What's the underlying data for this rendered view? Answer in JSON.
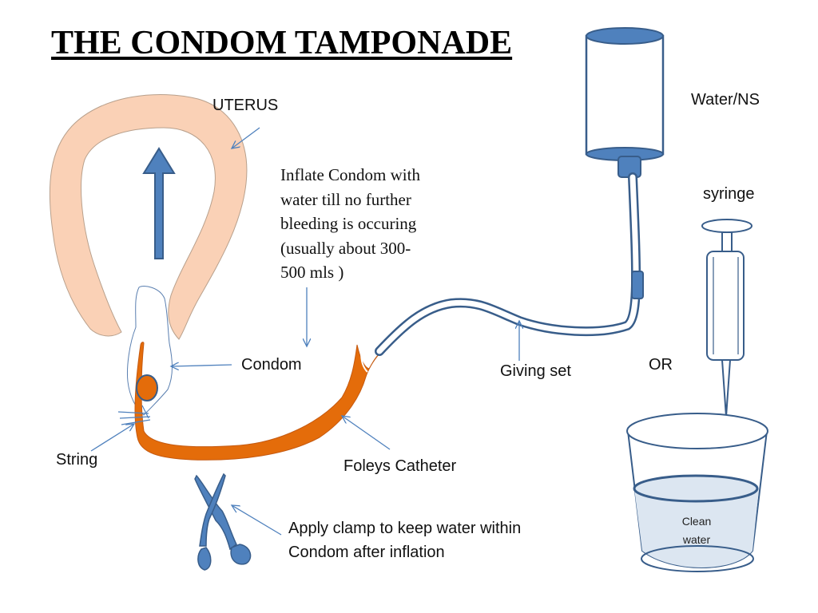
{
  "title": "THE CONDOM TAMPONADE",
  "labels": {
    "uterus": "UTERUS",
    "water_ns": "Water/NS",
    "syringe": "syringe",
    "condom": "Condom",
    "giving_set": "Giving set",
    "or": "OR",
    "string": "String",
    "foleys_catheter": "Foleys Catheter"
  },
  "instruction": {
    "lines": [
      "Inflate Condom with",
      "water till no further",
      "bleeding is occuring",
      "(usually about 300-",
      "500 mls )"
    ]
  },
  "clamp_note": {
    "lines": [
      "Apply clamp to keep water within",
      "Condom after inflation"
    ]
  },
  "clean_water": {
    "lines": [
      "Clean",
      "water"
    ]
  },
  "colors": {
    "uterus_fill": "#fad1b6",
    "blue_fill": "#4f81bd",
    "blue_stroke": "#385d8a",
    "catheter": "#e46c0a",
    "water": "#dce6f1",
    "pointer": "#4f81bd"
  }
}
